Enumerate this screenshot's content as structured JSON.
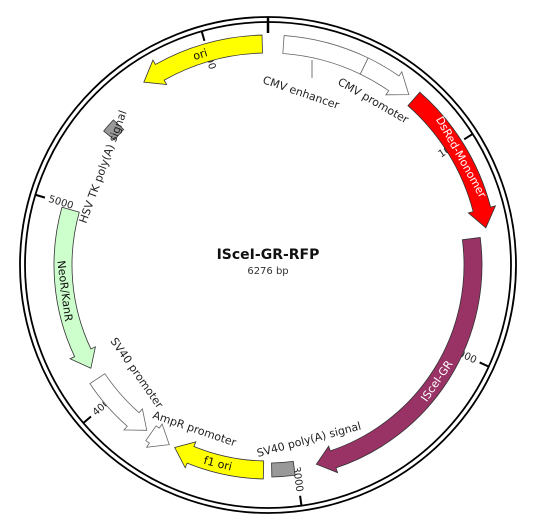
{
  "plasmid": {
    "name": "ISceI-GR-RFP",
    "size_label": "6276 bp",
    "length": 6276
  },
  "ticks": [
    {
      "label": "1000",
      "position": 1000
    },
    {
      "label": "2000",
      "position": 2000
    },
    {
      "label": "3000",
      "position": 3000
    },
    {
      "label": "4000",
      "position": 4000
    },
    {
      "label": "5000",
      "position": 5000
    },
    {
      "label": "6000",
      "position": 6000
    }
  ],
  "features": [
    {
      "name": "CMV enhancer",
      "start": 70,
      "end": 450,
      "direction": "none",
      "color": "#ffffff"
    },
    {
      "name": "CMV promoter",
      "start": 450,
      "end": 690,
      "direction": "forward",
      "color": "#ffffff"
    },
    {
      "name": "DsRed-Monomer",
      "start": 720,
      "end": 1400,
      "direction": "forward",
      "color": "#ff0000"
    },
    {
      "name": "ISceI-GR",
      "start": 1440,
      "end": 2900,
      "direction": "forward",
      "color": "#993366"
    },
    {
      "name": "SV40 poly(A) signal",
      "start": 3010,
      "end": 3120,
      "direction": "none",
      "color": "#999999"
    },
    {
      "name": "f1 ori",
      "start": 3160,
      "end": 3610,
      "direction": "forward",
      "color": "#ffff00"
    },
    {
      "name": "AmpR promoter",
      "start": 3640,
      "end": 3745,
      "direction": "reverse",
      "color": "#ffffff"
    },
    {
      "name": "SV40 promoter",
      "start": 3770,
      "end": 4120,
      "direction": "reverse",
      "color": "#ffffff"
    },
    {
      "name": "NeoR/KanR",
      "start": 4180,
      "end": 4980,
      "direction": "reverse",
      "color": "#ccffcc"
    },
    {
      "name": "HSV TK poly(A) signal",
      "start": 5390,
      "end": 5460,
      "direction": "none",
      "color": "#999999"
    },
    {
      "name": "ori",
      "start": 5680,
      "end": 6250,
      "direction": "reverse",
      "color": "#ffff00"
    }
  ]
}
